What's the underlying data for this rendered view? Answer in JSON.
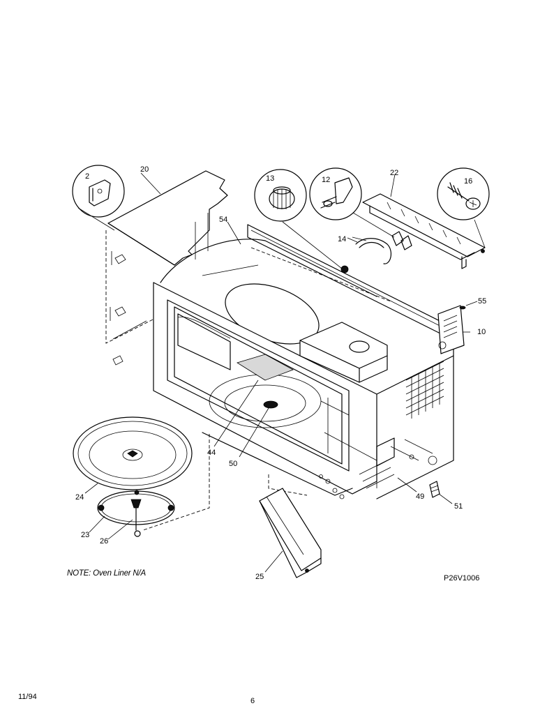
{
  "note": "NOTE: Oven Liner N/A",
  "diagram_code": "P26V1006",
  "date": "11/94",
  "page_number": "6",
  "callouts": {
    "c2": "2",
    "c20": "20",
    "c13": "13",
    "c12": "12",
    "c22": "22",
    "c16": "16",
    "c54": "54",
    "c14": "14",
    "c55": "55",
    "c10": "10",
    "c44": "44",
    "c50": "50",
    "c24": "24",
    "c23": "23",
    "c26": "26",
    "c49": "49",
    "c51": "51",
    "c25": "25"
  }
}
